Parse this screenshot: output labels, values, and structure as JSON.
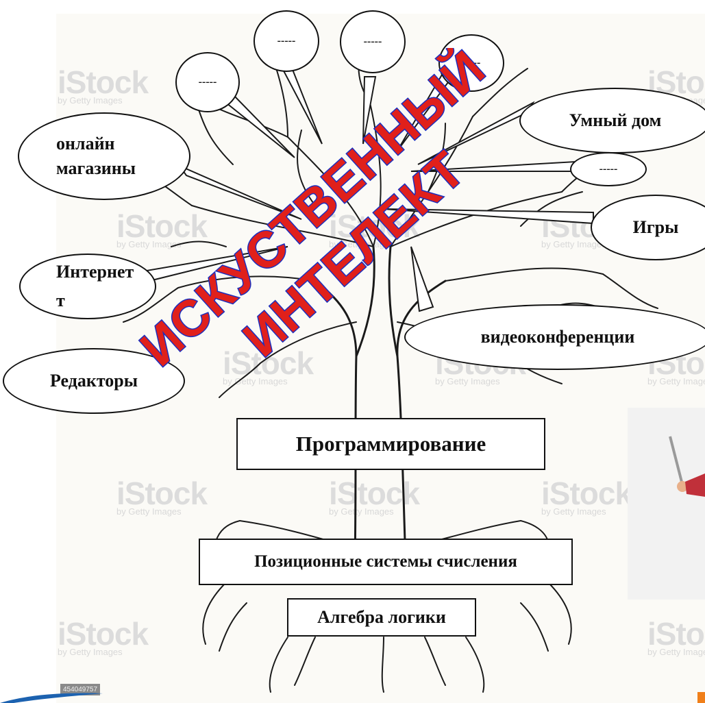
{
  "wordart": {
    "line1": "ИСКУСТВЕННЫЙ",
    "line2": "ИНТЕЛЕКТ"
  },
  "branches": {
    "dash_1": "-----",
    "dash_2": "-----",
    "dash_3": "-----",
    "dash_4": "-----",
    "dash_5": "-----",
    "smart_home": "Умный дом",
    "online_shops": "онлайн\nмагазины",
    "games": "Игры",
    "internet": "Интернет\nт",
    "video_conferences": "видеоконференции",
    "editors": "Редакторы"
  },
  "trunk": {
    "programming": "Программирование"
  },
  "roots": {
    "number_systems": "Позиционные системы счисления",
    "logic_algebra": "Алгебра логики"
  },
  "watermark": {
    "brand": "iStock",
    "tagline": "by Getty Images"
  },
  "image_id": "454049757",
  "colors": {
    "wordart_fill": "#e0201b",
    "wordart_outline": "#1b2fbf",
    "watermark": "#dcdcdc"
  }
}
